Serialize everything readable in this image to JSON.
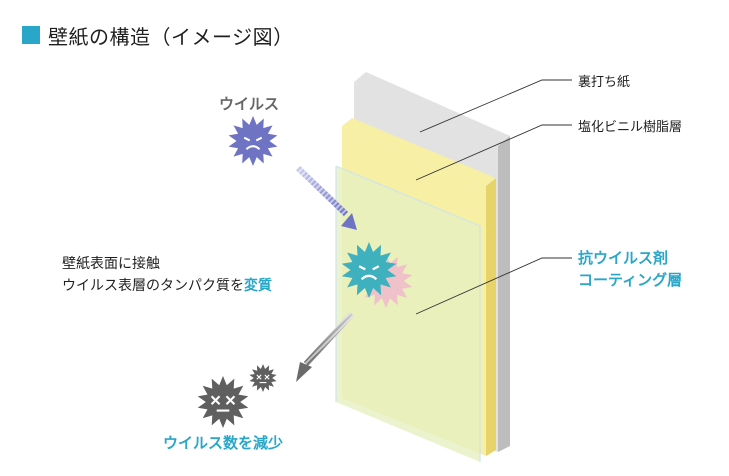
{
  "title": "壁紙の構造（イメージ図）",
  "labels": {
    "backing_paper": "裏打ち紙",
    "pvc_layer": "塩化ビニル樹脂層",
    "coating_line1": "抗ウイルス剤",
    "coating_line2": "コーティング層",
    "virus": "ウイルス",
    "contact_line1": "壁紙表面に接触",
    "contact_line2_prefix": "ウイルス表層のタンパク質を",
    "contact_line2_emphasis": "変質",
    "reduction": "ウイルス数を減少"
  },
  "colors": {
    "accent": "#2aa6c9",
    "title_square": "#2aa6c9",
    "backing_layer": "#e2e2e2",
    "pvc_layer": "#f6efa4",
    "coating_layer": "#e6f0c2",
    "virus_purple": "#6f73c4",
    "virus_teal": "#3fb0bd",
    "virus_pink": "#f0b9cb",
    "virus_gray": "#5f5f5f"
  }
}
